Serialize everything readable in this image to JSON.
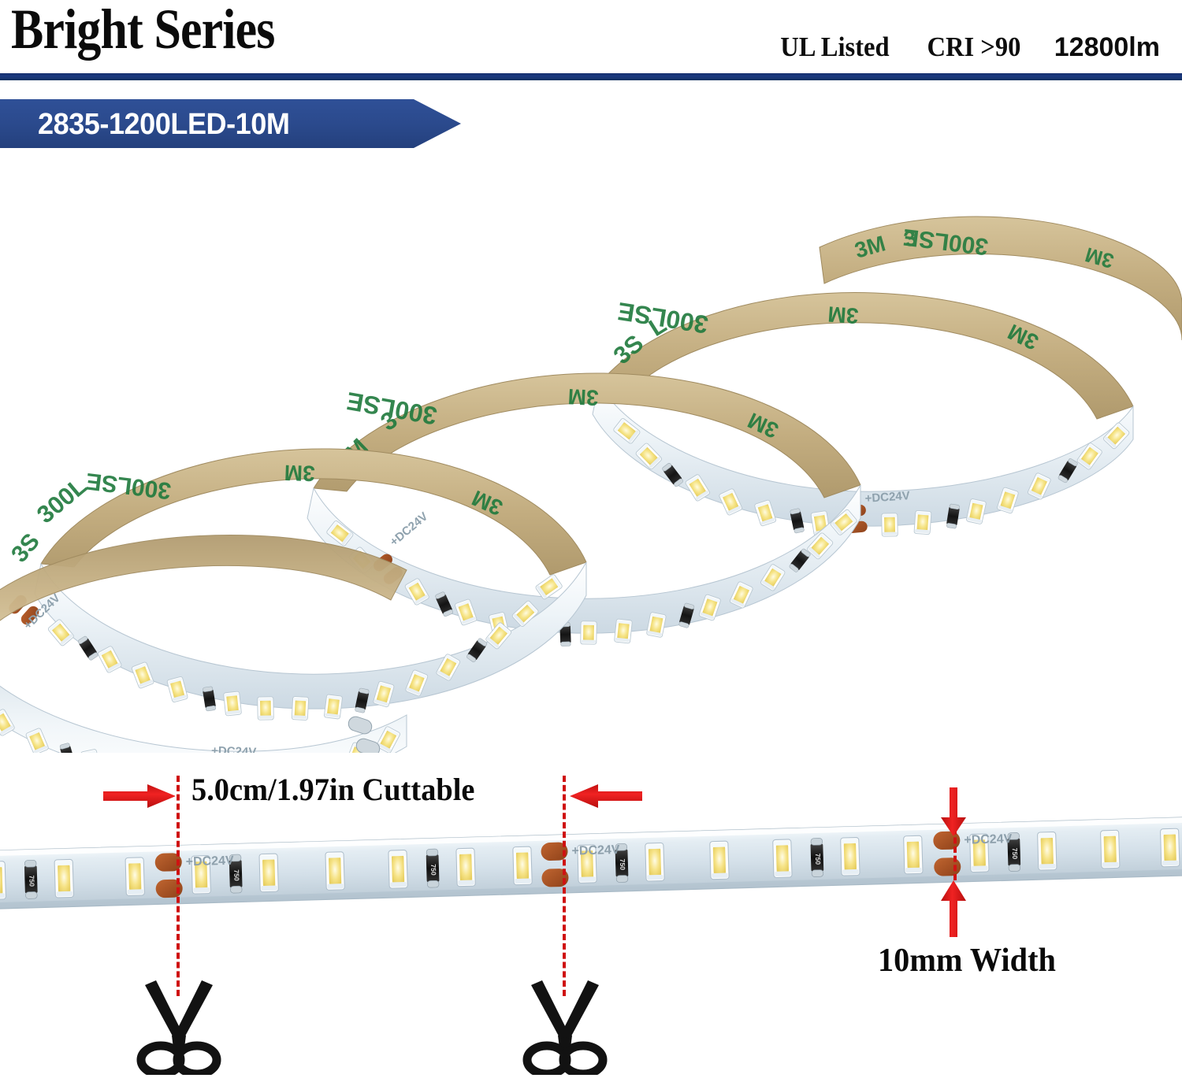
{
  "header": {
    "series_title": "Bright Series",
    "specs": [
      {
        "name": "certification",
        "text": "UL Listed"
      },
      {
        "name": "cri",
        "text": "CRI >90"
      },
      {
        "name": "luminous-flux",
        "text": "12800lm"
      }
    ],
    "divider_color": "#1b3a80"
  },
  "banner": {
    "model": "2835-1200LED-10M",
    "color": "#2b4a8d",
    "text_color": "#ffffff"
  },
  "product": {
    "pcb_color": "#dfe8ef",
    "led_body_color": "#fefefe",
    "led_phosphor_color": "#f5e27a",
    "resistor_color": "#1d1d1d",
    "resistor_marking": "750",
    "solder_pad_color": "#a8562a",
    "voltage_marking": "+DC24V",
    "adhesive_backing_color": "#c6b187",
    "adhesive_brand": "3M",
    "adhesive_model": "300LSE",
    "adhesive_text_color": "#1f7a3d"
  },
  "callouts": {
    "cuttable": {
      "label": "5.0cm/1.97in Cuttable",
      "marker_color": "#cf1212",
      "arrow_color": "#e01b1b"
    },
    "width": {
      "label": "10mm  Width",
      "marker_color": "#d01414",
      "arrow_color": "#e01b1b"
    },
    "scissors_icon": "scissors-icon",
    "scissors_color": "#111111"
  }
}
